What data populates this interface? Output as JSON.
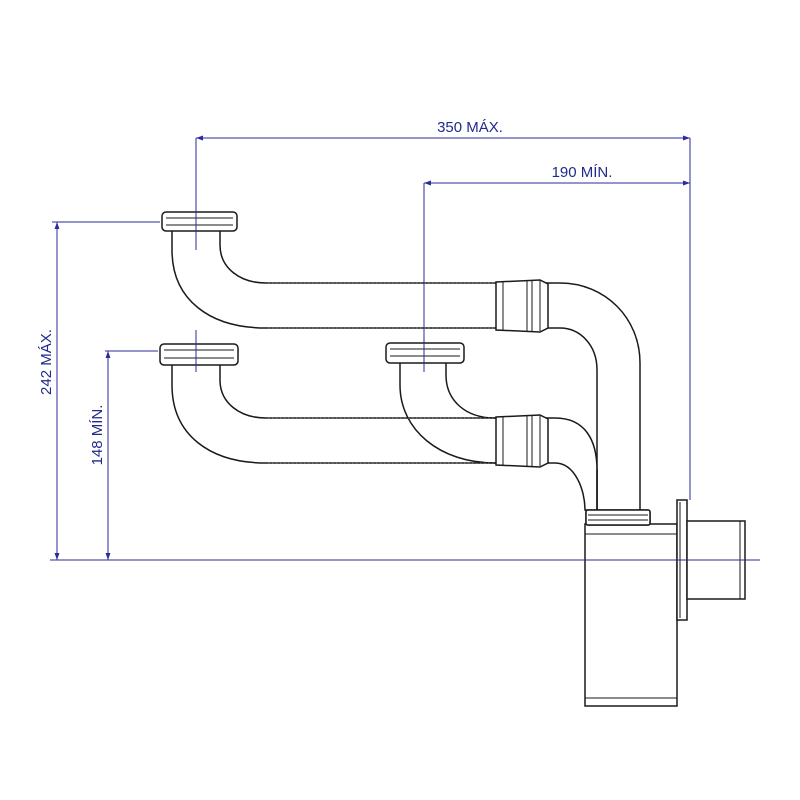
{
  "colors": {
    "dimension": "#2b2b9a",
    "outline": "#1a1a1a",
    "background": "#ffffff"
  },
  "dimensions": {
    "width_max": "350  MÁX.",
    "width_min": "190  MÍN.",
    "height_max": "242 MÁX.",
    "height_min": "148 MÍN."
  }
}
